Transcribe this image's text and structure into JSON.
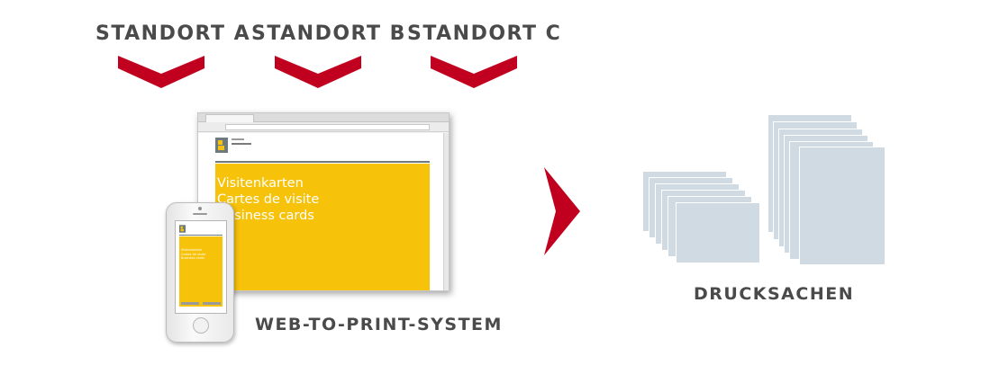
{
  "locations": [
    {
      "label": "STANDORT A"
    },
    {
      "label": "STANDORT B"
    },
    {
      "label": "STANDORT C"
    }
  ],
  "system": {
    "label": "WEB-TO-PRINT-SYSTEM",
    "banner_lines": [
      "Visitenkarten",
      "Cartes de visite",
      "Business cards"
    ]
  },
  "output": {
    "label": "DRUCKSACHEN"
  },
  "colors": {
    "accent_red": "#c1001f",
    "text_gray": "#4a4a4a",
    "banner_yellow": "#f6c20a",
    "sheet_blue": "#d0dae2"
  },
  "icons": {
    "location_arrow": "chevron-down-icon",
    "flow_arrow": "chevron-right-icon",
    "site_logo": "b-logo-icon"
  }
}
